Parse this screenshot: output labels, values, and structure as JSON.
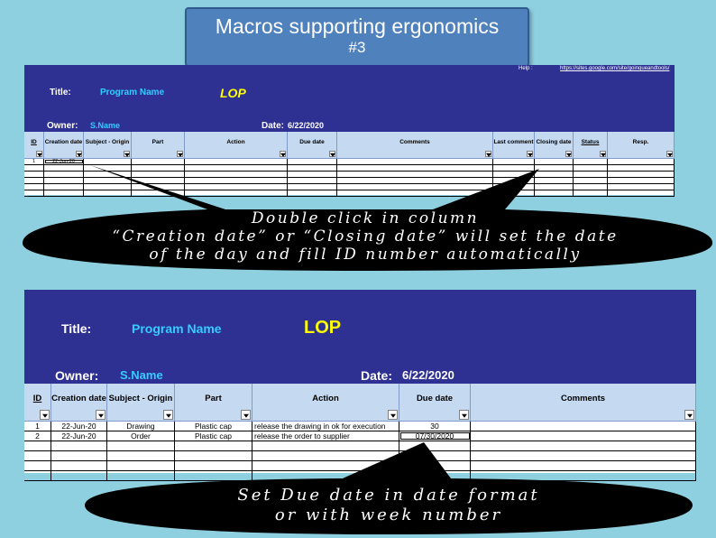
{
  "banner": {
    "title": "Macros supporting ergonomics",
    "subtitle": "#3"
  },
  "sheet1": {
    "help_label": "Help :",
    "help_link": "https://sites.google.com/site/goinqueandtools/",
    "title_label": "Title:",
    "title_value": "Program Name",
    "lop": "LOP",
    "owner_label": "Owner:",
    "owner_value": "S.Name",
    "date_label": "Date:",
    "date_value": "6/22/2020",
    "columns": [
      "ID",
      "Creation date",
      "Subject - Origin",
      "Part",
      "Action",
      "Due date",
      "Comments",
      "Last comment",
      "Closing date",
      "Status",
      "Resp."
    ],
    "rows": [
      [
        "1",
        "22-Jun-20",
        "",
        "",
        "",
        "",
        "",
        "",
        "",
        "",
        ""
      ]
    ]
  },
  "sheet2": {
    "title_label": "Title:",
    "title_value": "Program Name",
    "lop": "LOP",
    "owner_label": "Owner:",
    "owner_value": "S.Name",
    "date_label": "Date:",
    "date_value": "6/22/2020",
    "columns": [
      "ID",
      "Creation date",
      "Subject - Origin",
      "Part",
      "Action",
      "Due date",
      "Comments"
    ],
    "rows": [
      [
        "1",
        "22-Jun-20",
        "Drawing",
        "Plastic cap",
        "release the drawing in ok for execution",
        "30",
        ""
      ],
      [
        "2",
        "22-Jun-20",
        "Order",
        "Plastic cap",
        "release the order to supplier",
        "07/30/2020",
        ""
      ]
    ]
  },
  "callout1": {
    "line1": "Double click in column",
    "line2": "“Creation date” or “Closing date” will set the date",
    "line3": "of the day and fill ID number automatically"
  },
  "callout2": {
    "line1": "Set Due date in date format",
    "line2": "or with week number"
  },
  "colors": {
    "sheet_header": "#2e3192",
    "column_header": "#c5d9f1",
    "background": "#8fd0e0",
    "banner": "#4f81bd",
    "callout": "#000000"
  }
}
